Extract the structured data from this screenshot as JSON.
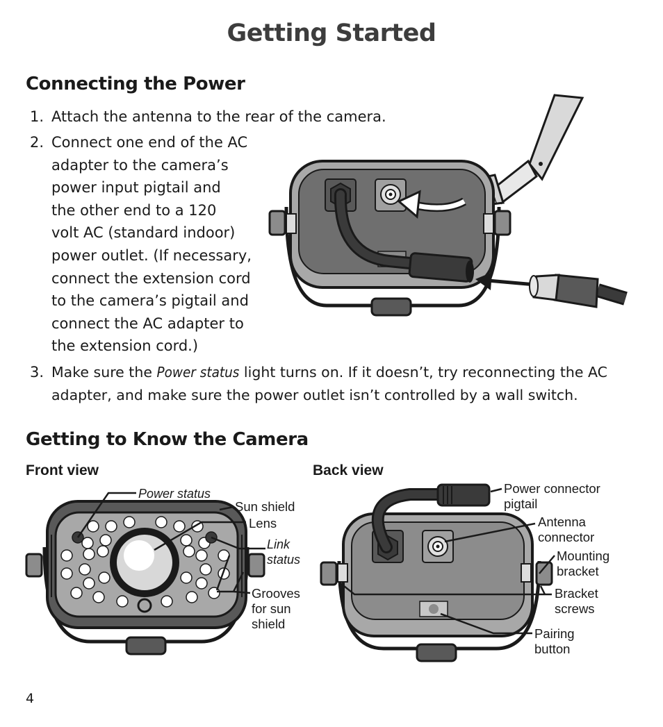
{
  "title": "Getting Started",
  "section_power": {
    "heading": "Connecting the Power",
    "steps": [
      {
        "num": "1.",
        "lines": [
          "Attach the antenna to the rear of the camera."
        ]
      },
      {
        "num": "2.",
        "lines": [
          "Connect one end of the AC",
          "adapter to the camera’s",
          "power input pigtail and",
          "the other end to a 120",
          "volt AC (standard indoor)",
          "power outlet. (If necessary,",
          "connect the extension cord",
          "to the camera’s pigtail and",
          "connect the AC adapter to",
          "the extension cord.)"
        ]
      },
      {
        "num": "3.",
        "pre": "Make sure the ",
        "em": "Power status",
        "post": " light turns on. If it doesn’t, try reconnecting the AC",
        "line2": "adapter, and make sure the power outlet isn’t controlled by a wall switch."
      }
    ]
  },
  "section_camera": {
    "heading": "Getting to Know the Camera",
    "front": {
      "label": "Front view",
      "callouts": {
        "power_status": "Power status",
        "sun_shield": "Sun shield",
        "lens": "Lens",
        "link_status": [
          "Link",
          "status"
        ],
        "grooves": [
          "Grooves",
          "for sun",
          "shield"
        ]
      }
    },
    "back": {
      "label": "Back view",
      "callouts": {
        "power_connector": [
          "Power connector",
          "pigtail"
        ],
        "antenna_connector": [
          "Antenna",
          "connector"
        ],
        "mounting_bracket": [
          "Mounting",
          "bracket"
        ],
        "bracket_screws": [
          "Bracket",
          "screws"
        ],
        "pairing_button": [
          "Pairing",
          "button"
        ]
      }
    }
  },
  "page_number": "4",
  "colors": {
    "body_gray": "#a8a8a8",
    "dark_gray": "#595959",
    "title_gray": "#3d3d3d",
    "ink": "#1a1a1a"
  }
}
